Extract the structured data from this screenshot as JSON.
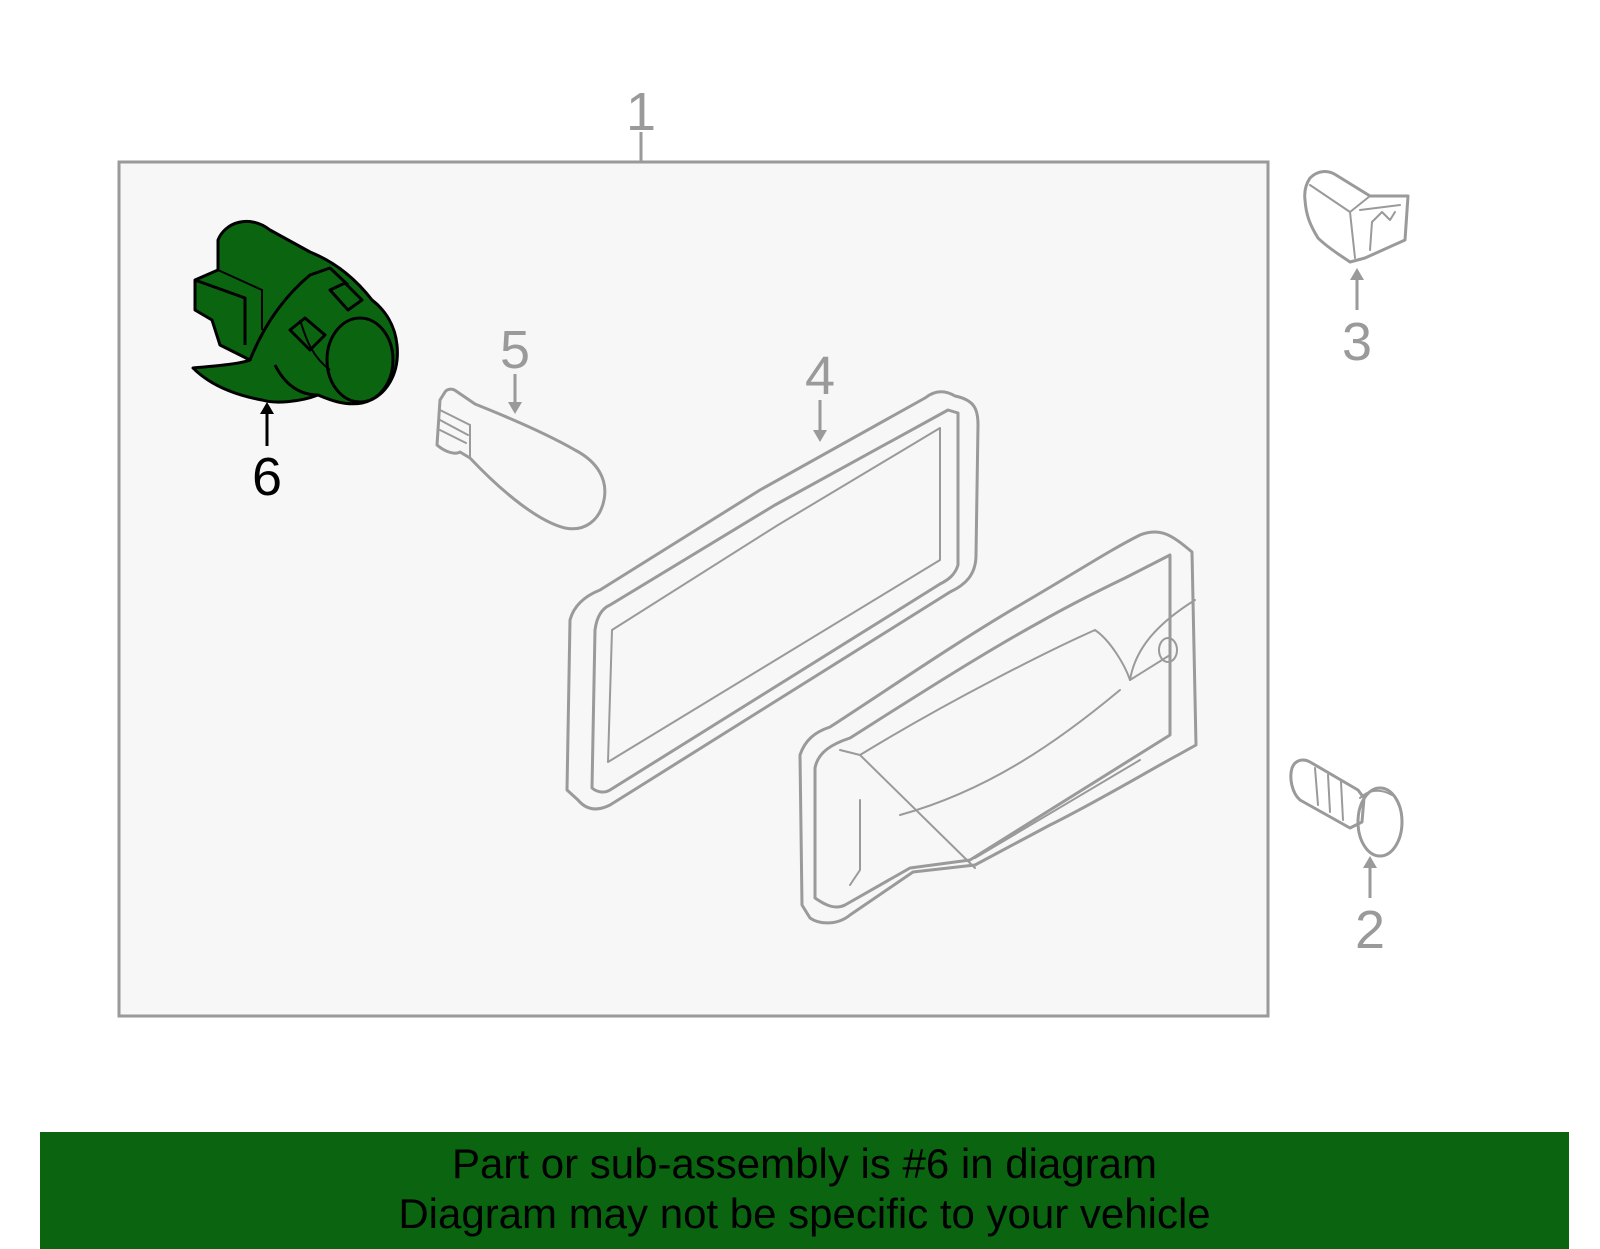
{
  "callouts": {
    "c1": "1",
    "c2": "2",
    "c3": "3",
    "c4": "4",
    "c5": "5",
    "c6": "6"
  },
  "highlight": {
    "part_number": "6",
    "fill_color": "#0b6410",
    "outline_color": "#000000"
  },
  "colors": {
    "part_line": "#9a9a9a",
    "assembly_box_fill": "#f7f7f7",
    "banner_background": "#0b6410"
  },
  "banner": {
    "line1": "Part or sub-assembly is #6 in diagram",
    "line2": "Diagram may not be specific to your vehicle"
  }
}
